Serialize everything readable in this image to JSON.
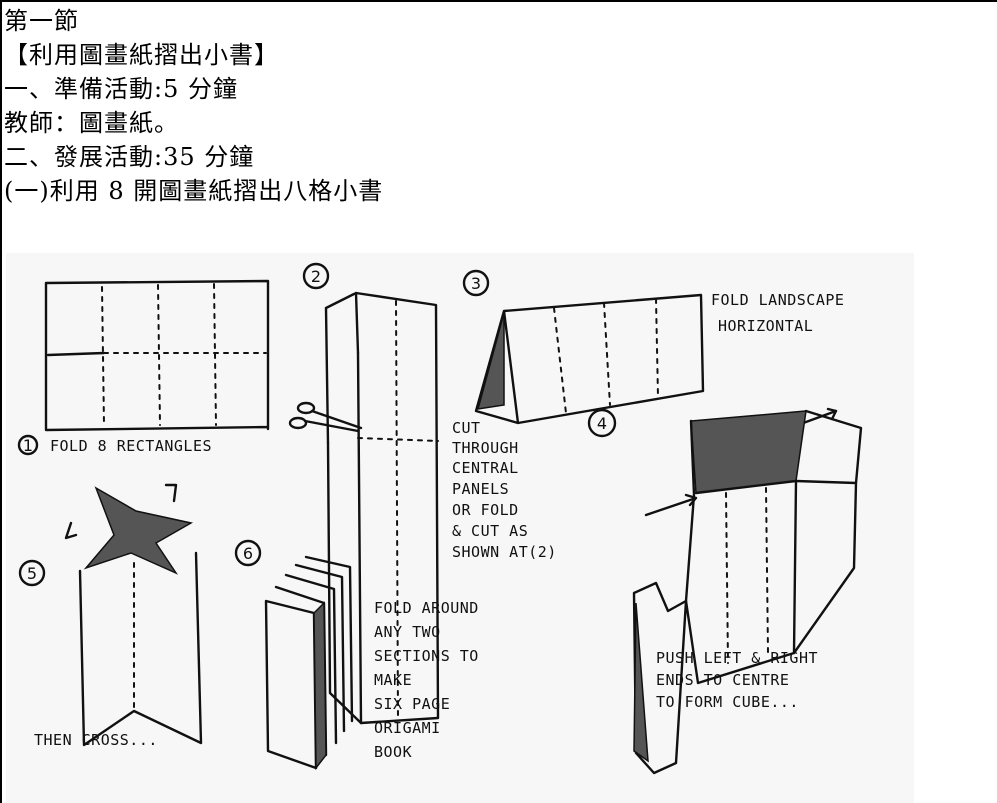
{
  "document": {
    "lines": [
      "第一節",
      "【利用圖畫紙摺出小書】",
      "一、準備活動:5 分鐘",
      "教師：圖畫紙。",
      "二、發展活動:35 分鐘",
      "(一)利用 8 開圖畫紙摺出八格小書"
    ]
  },
  "figure": {
    "step_numbers": [
      "1",
      "2",
      "3",
      "4",
      "5",
      "6"
    ],
    "captions": {
      "step1": "FOLD 8 RECTANGLES",
      "step3": [
        "FOLD LANDSCAPE",
        "HORIZONTAL"
      ],
      "cut_note": [
        "CUT",
        "THROUGH",
        "CENTRAL",
        "PANELS",
        "OR FOLD",
        "& CUT AS",
        "SHOWN AT(2)"
      ],
      "step4": [
        "PUSH LEFT & RIGHT",
        "ENDS TO CENTRE",
        "TO FORM CUBE..."
      ],
      "step5": "THEN CROSS...",
      "step6": [
        "FOLD AROUND",
        "ANY TWO",
        "SECTIONS TO",
        "MAKE",
        "SIX PAGE",
        "ORIGAMI",
        "BOOK"
      ]
    }
  }
}
